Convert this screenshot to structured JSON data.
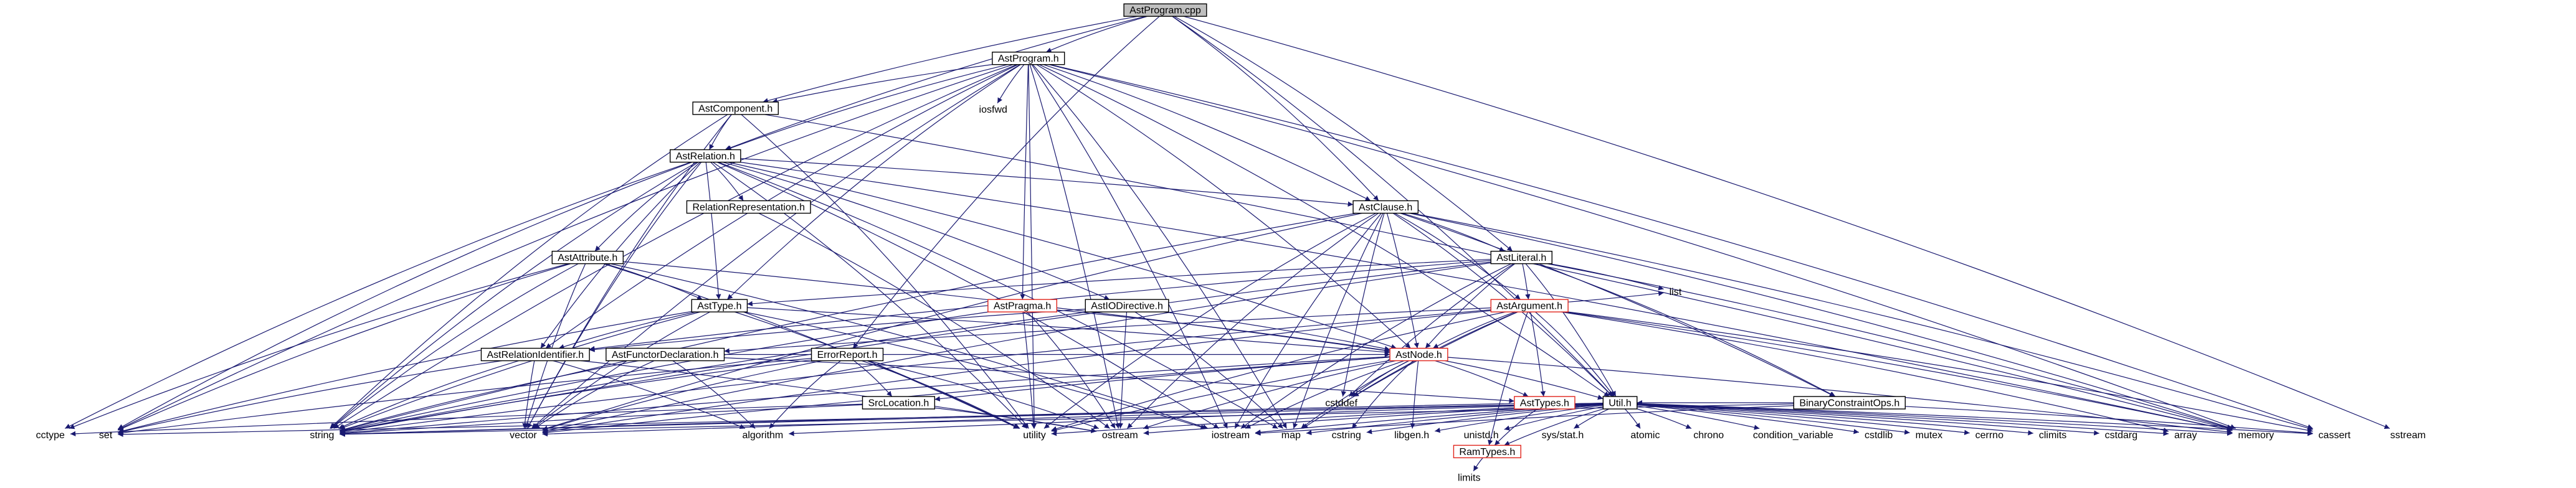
{
  "graph": {
    "title": "AstProgram.cpp",
    "colors": {
      "edge": "#191970",
      "red_border": "#e0241b",
      "root_fill": "#bfbfbf"
    },
    "nodes": [
      {
        "id": "root",
        "label": "AstProgram.cpp",
        "style": "root"
      },
      {
        "id": "astprogram_h",
        "label": "AstProgram.h",
        "style": "box"
      },
      {
        "id": "iosfwd",
        "label": "iosfwd",
        "style": "plain"
      },
      {
        "id": "astcomponent_h",
        "label": "AstComponent.h",
        "style": "box"
      },
      {
        "id": "astrelation_h",
        "label": "AstRelation.h",
        "style": "box"
      },
      {
        "id": "relrep_h",
        "label": "RelationRepresentation.h",
        "style": "box"
      },
      {
        "id": "astclause_h",
        "label": "AstClause.h",
        "style": "box"
      },
      {
        "id": "astliteral_h",
        "label": "AstLiteral.h",
        "style": "box"
      },
      {
        "id": "list",
        "label": "list",
        "style": "plain"
      },
      {
        "id": "astattribute_h",
        "label": "AstAttribute.h",
        "style": "box"
      },
      {
        "id": "astiodirective_h",
        "label": "AstIODirective.h",
        "style": "box"
      },
      {
        "id": "astpragma_h",
        "label": "AstPragma.h",
        "style": "red"
      },
      {
        "id": "asttype_h",
        "label": "AstType.h",
        "style": "box"
      },
      {
        "id": "astargument_h",
        "label": "AstArgument.h",
        "style": "red"
      },
      {
        "id": "astnode_h",
        "label": "AstNode.h",
        "style": "red"
      },
      {
        "id": "astrelid_h",
        "label": "AstRelationIdentifier.h",
        "style": "box"
      },
      {
        "id": "astfunctor_h",
        "label": "AstFunctorDeclaration.h",
        "style": "box"
      },
      {
        "id": "errorreport_h",
        "label": "ErrorReport.h",
        "style": "box"
      },
      {
        "id": "srclocation_h",
        "label": "SrcLocation.h",
        "style": "box"
      },
      {
        "id": "asttypes_h",
        "label": "AstTypes.h",
        "style": "red"
      },
      {
        "id": "binconstr_h",
        "label": "BinaryConstraintOps.h",
        "style": "box"
      },
      {
        "id": "util_h",
        "label": "Util.h",
        "style": "box"
      },
      {
        "id": "ramtypes_h",
        "label": "RamTypes.h",
        "style": "red"
      },
      {
        "id": "cstddef",
        "label": "cstddef",
        "style": "plain"
      },
      {
        "id": "cctype",
        "label": "cctype",
        "style": "plain"
      },
      {
        "id": "set",
        "label": "set",
        "style": "plain"
      },
      {
        "id": "string",
        "label": "string",
        "style": "plain"
      },
      {
        "id": "vector",
        "label": "vector",
        "style": "plain"
      },
      {
        "id": "algorithm",
        "label": "algorithm",
        "style": "plain"
      },
      {
        "id": "utility",
        "label": "utility",
        "style": "plain"
      },
      {
        "id": "ostream",
        "label": "ostream",
        "style": "plain"
      },
      {
        "id": "iostream",
        "label": "iostream",
        "style": "plain"
      },
      {
        "id": "map",
        "label": "map",
        "style": "plain"
      },
      {
        "id": "cstring",
        "label": "cstring",
        "style": "plain"
      },
      {
        "id": "libgen_h",
        "label": "libgen.h",
        "style": "plain"
      },
      {
        "id": "unistd_h",
        "label": "unistd.h",
        "style": "plain"
      },
      {
        "id": "sys_stat_h",
        "label": "sys/stat.h",
        "style": "plain"
      },
      {
        "id": "atomic",
        "label": "atomic",
        "style": "plain"
      },
      {
        "id": "chrono",
        "label": "chrono",
        "style": "plain"
      },
      {
        "id": "condition_variable",
        "label": "condition_variable",
        "style": "plain"
      },
      {
        "id": "cstdlib",
        "label": "cstdlib",
        "style": "plain"
      },
      {
        "id": "mutex",
        "label": "mutex",
        "style": "plain"
      },
      {
        "id": "cerrno",
        "label": "cerrno",
        "style": "plain"
      },
      {
        "id": "climits",
        "label": "climits",
        "style": "plain"
      },
      {
        "id": "cstdarg",
        "label": "cstdarg",
        "style": "plain"
      },
      {
        "id": "array",
        "label": "array",
        "style": "plain"
      },
      {
        "id": "memory",
        "label": "memory",
        "style": "plain"
      },
      {
        "id": "cassert",
        "label": "cassert",
        "style": "plain"
      },
      {
        "id": "sstream",
        "label": "sstream",
        "style": "plain"
      },
      {
        "id": "limits",
        "label": "limits",
        "style": "plain"
      }
    ],
    "edges": [
      [
        "root",
        "astprogram_h"
      ],
      [
        "root",
        "astcomponent_h"
      ],
      [
        "root",
        "astrelation_h"
      ],
      [
        "root",
        "astclause_h"
      ],
      [
        "root",
        "astliteral_h"
      ],
      [
        "root",
        "errorreport_h"
      ],
      [
        "root",
        "util_h"
      ],
      [
        "root",
        "sstream"
      ],
      [
        "astprogram_h",
        "iosfwd"
      ],
      [
        "astprogram_h",
        "astcomponent_h"
      ],
      [
        "astprogram_h",
        "astrelation_h"
      ],
      [
        "astprogram_h",
        "astclause_h"
      ],
      [
        "astprogram_h",
        "astpragma_h"
      ],
      [
        "astprogram_h",
        "asttype_h"
      ],
      [
        "astprogram_h",
        "astrelid_h"
      ],
      [
        "astprogram_h",
        "astnode_h"
      ],
      [
        "astprogram_h",
        "util_h"
      ],
      [
        "astprogram_h",
        "vector"
      ],
      [
        "astprogram_h",
        "string"
      ],
      [
        "astprogram_h",
        "map"
      ],
      [
        "astprogram_h",
        "memory"
      ],
      [
        "astprogram_h",
        "utility"
      ],
      [
        "astprogram_h",
        "iostream"
      ],
      [
        "astprogram_h",
        "ostream"
      ],
      [
        "astprogram_h",
        "cassert"
      ],
      [
        "astprogram_h",
        "set"
      ],
      [
        "astcomponent_h",
        "astrelation_h"
      ],
      [
        "astcomponent_h",
        "vector"
      ],
      [
        "astcomponent_h",
        "string"
      ],
      [
        "astcomponent_h",
        "memory"
      ],
      [
        "astcomponent_h",
        "utility"
      ],
      [
        "astrelation_h",
        "relrep_h"
      ],
      [
        "astrelation_h",
        "astclause_h"
      ],
      [
        "astrelation_h",
        "astattribute_h"
      ],
      [
        "astrelation_h",
        "astiodirective_h"
      ],
      [
        "astrelation_h",
        "asttype_h"
      ],
      [
        "astrelation_h",
        "astrelid_h"
      ],
      [
        "astrelation_h",
        "astnode_h"
      ],
      [
        "astrelation_h",
        "set"
      ],
      [
        "astrelation_h",
        "cctype"
      ],
      [
        "astrelation_h",
        "string"
      ],
      [
        "astrelation_h",
        "vector"
      ],
      [
        "astrelation_h",
        "memory"
      ],
      [
        "astrelation_h",
        "iostream"
      ],
      [
        "astrelation_h",
        "utility"
      ],
      [
        "astrelation_h",
        "map"
      ],
      [
        "relrep_h",
        "ostream"
      ],
      [
        "astclause_h",
        "astliteral_h"
      ],
      [
        "astclause_h",
        "astargument_h"
      ],
      [
        "astclause_h",
        "astnode_h"
      ],
      [
        "astclause_h",
        "util_h"
      ],
      [
        "astclause_h",
        "binconstr_h"
      ],
      [
        "astclause_h",
        "cstddef"
      ],
      [
        "astclause_h",
        "vector"
      ],
      [
        "astclause_h",
        "utility"
      ],
      [
        "astclause_h",
        "memory"
      ],
      [
        "astclause_h",
        "ostream"
      ],
      [
        "astclause_h",
        "iostream"
      ],
      [
        "astclause_h",
        "string"
      ],
      [
        "astclause_h",
        "cassert"
      ],
      [
        "astclause_h",
        "map"
      ],
      [
        "astliteral_h",
        "astargument_h"
      ],
      [
        "astliteral_h",
        "astnode_h"
      ],
      [
        "astliteral_h",
        "astrelid_h"
      ],
      [
        "astliteral_h",
        "asttype_h"
      ],
      [
        "astliteral_h",
        "util_h"
      ],
      [
        "astliteral_h",
        "binconstr_h"
      ],
      [
        "astliteral_h",
        "list"
      ],
      [
        "astliteral_h",
        "cstddef"
      ],
      [
        "astliteral_h",
        "iostream"
      ],
      [
        "astliteral_h",
        "memory"
      ],
      [
        "astliteral_h",
        "string"
      ],
      [
        "astliteral_h",
        "vector"
      ],
      [
        "astattribute_h",
        "asttype_h"
      ],
      [
        "astattribute_h",
        "astnode_h"
      ],
      [
        "astattribute_h",
        "set"
      ],
      [
        "astattribute_h",
        "cctype"
      ],
      [
        "astattribute_h",
        "string"
      ],
      [
        "astattribute_h",
        "vector"
      ],
      [
        "astattribute_h",
        "utility"
      ],
      [
        "astattribute_h",
        "iostream"
      ],
      [
        "astiodirective_h",
        "astnode_h"
      ],
      [
        "astiodirective_h",
        "astrelid_h"
      ],
      [
        "astiodirective_h",
        "map"
      ],
      [
        "astiodirective_h",
        "ostream"
      ],
      [
        "astiodirective_h",
        "string"
      ],
      [
        "astpragma_h",
        "astnode_h"
      ],
      [
        "astpragma_h",
        "string"
      ],
      [
        "astpragma_h",
        "utility"
      ],
      [
        "astpragma_h",
        "ostream"
      ],
      [
        "asttype_h",
        "astnode_h"
      ],
      [
        "asttype_h",
        "astrelid_h"
      ],
      [
        "asttype_h",
        "set"
      ],
      [
        "asttype_h",
        "string"
      ],
      [
        "asttype_h",
        "vector"
      ],
      [
        "asttype_h",
        "iostream"
      ],
      [
        "asttype_h",
        "utility"
      ],
      [
        "astargument_h",
        "astnode_h"
      ],
      [
        "astargument_h",
        "asttypes_h"
      ],
      [
        "astargument_h",
        "astfunctor_h"
      ],
      [
        "astargument_h",
        "util_h"
      ],
      [
        "astargument_h",
        "ramtypes_h"
      ],
      [
        "astargument_h",
        "cstddef"
      ],
      [
        "astargument_h",
        "cassert"
      ],
      [
        "astargument_h",
        "list"
      ],
      [
        "astargument_h",
        "memory"
      ],
      [
        "astargument_h",
        "string"
      ],
      [
        "astargument_h",
        "vector"
      ],
      [
        "astargument_h",
        "utility"
      ],
      [
        "astargument_h",
        "array"
      ],
      [
        "astargument_h",
        "map"
      ],
      [
        "astnode_h",
        "srclocation_h"
      ],
      [
        "astnode_h",
        "asttypes_h"
      ],
      [
        "astnode_h",
        "util_h"
      ],
      [
        "astnode_h",
        "cstddef"
      ],
      [
        "astnode_h",
        "iostream"
      ],
      [
        "astnode_h",
        "string"
      ],
      [
        "astnode_h",
        "vector"
      ],
      [
        "astnode_h",
        "utility"
      ],
      [
        "astnode_h",
        "memory"
      ],
      [
        "astnode_h",
        "ostream"
      ],
      [
        "astnode_h",
        "map"
      ],
      [
        "astnode_h",
        "libgen_h"
      ],
      [
        "astnode_h",
        "cstring"
      ],
      [
        "astrelid_h",
        "string"
      ],
      [
        "astrelid_h",
        "vector"
      ],
      [
        "astrelid_h",
        "ostream"
      ],
      [
        "astrelid_h",
        "algorithm"
      ],
      [
        "astrelid_h",
        "set"
      ],
      [
        "astfunctor_h",
        "astnode_h"
      ],
      [
        "astfunctor_h",
        "asttypes_h"
      ],
      [
        "astfunctor_h",
        "string"
      ],
      [
        "astfunctor_h",
        "vector"
      ],
      [
        "astfunctor_h",
        "algorithm"
      ],
      [
        "errorreport_h",
        "srclocation_h"
      ],
      [
        "errorreport_h",
        "algorithm"
      ],
      [
        "errorreport_h",
        "string"
      ],
      [
        "errorreport_h",
        "vector"
      ],
      [
        "errorreport_h",
        "utility"
      ],
      [
        "errorreport_h",
        "ostream"
      ],
      [
        "errorreport_h",
        "set"
      ],
      [
        "srclocation_h",
        "string"
      ],
      [
        "srclocation_h",
        "cctype"
      ],
      [
        "srclocation_h",
        "ostream"
      ],
      [
        "asttypes_h",
        "ramtypes_h"
      ],
      [
        "asttypes_h",
        "string"
      ],
      [
        "binconstr_h",
        "util_h"
      ],
      [
        "binconstr_h",
        "string"
      ],
      [
        "binconstr_h",
        "cassert"
      ],
      [
        "binconstr_h",
        "iostream"
      ],
      [
        "util_h",
        "ramtypes_h"
      ],
      [
        "util_h",
        "cstring"
      ],
      [
        "util_h",
        "libgen_h"
      ],
      [
        "util_h",
        "unistd_h"
      ],
      [
        "util_h",
        "sys_stat_h"
      ],
      [
        "util_h",
        "atomic"
      ],
      [
        "util_h",
        "chrono"
      ],
      [
        "util_h",
        "condition_variable"
      ],
      [
        "util_h",
        "cstdlib"
      ],
      [
        "util_h",
        "mutex"
      ],
      [
        "util_h",
        "cerrno"
      ],
      [
        "util_h",
        "climits"
      ],
      [
        "util_h",
        "cstdarg"
      ],
      [
        "util_h",
        "array"
      ],
      [
        "util_h",
        "memory"
      ],
      [
        "util_h",
        "cassert"
      ],
      [
        "util_h",
        "iostream"
      ],
      [
        "util_h",
        "map"
      ],
      [
        "util_h",
        "ostream"
      ],
      [
        "util_h",
        "utility"
      ],
      [
        "util_h",
        "vector"
      ],
      [
        "util_h",
        "string"
      ],
      [
        "util_h",
        "set"
      ],
      [
        "util_h",
        "algorithm"
      ],
      [
        "ramtypes_h",
        "limits"
      ]
    ]
  }
}
